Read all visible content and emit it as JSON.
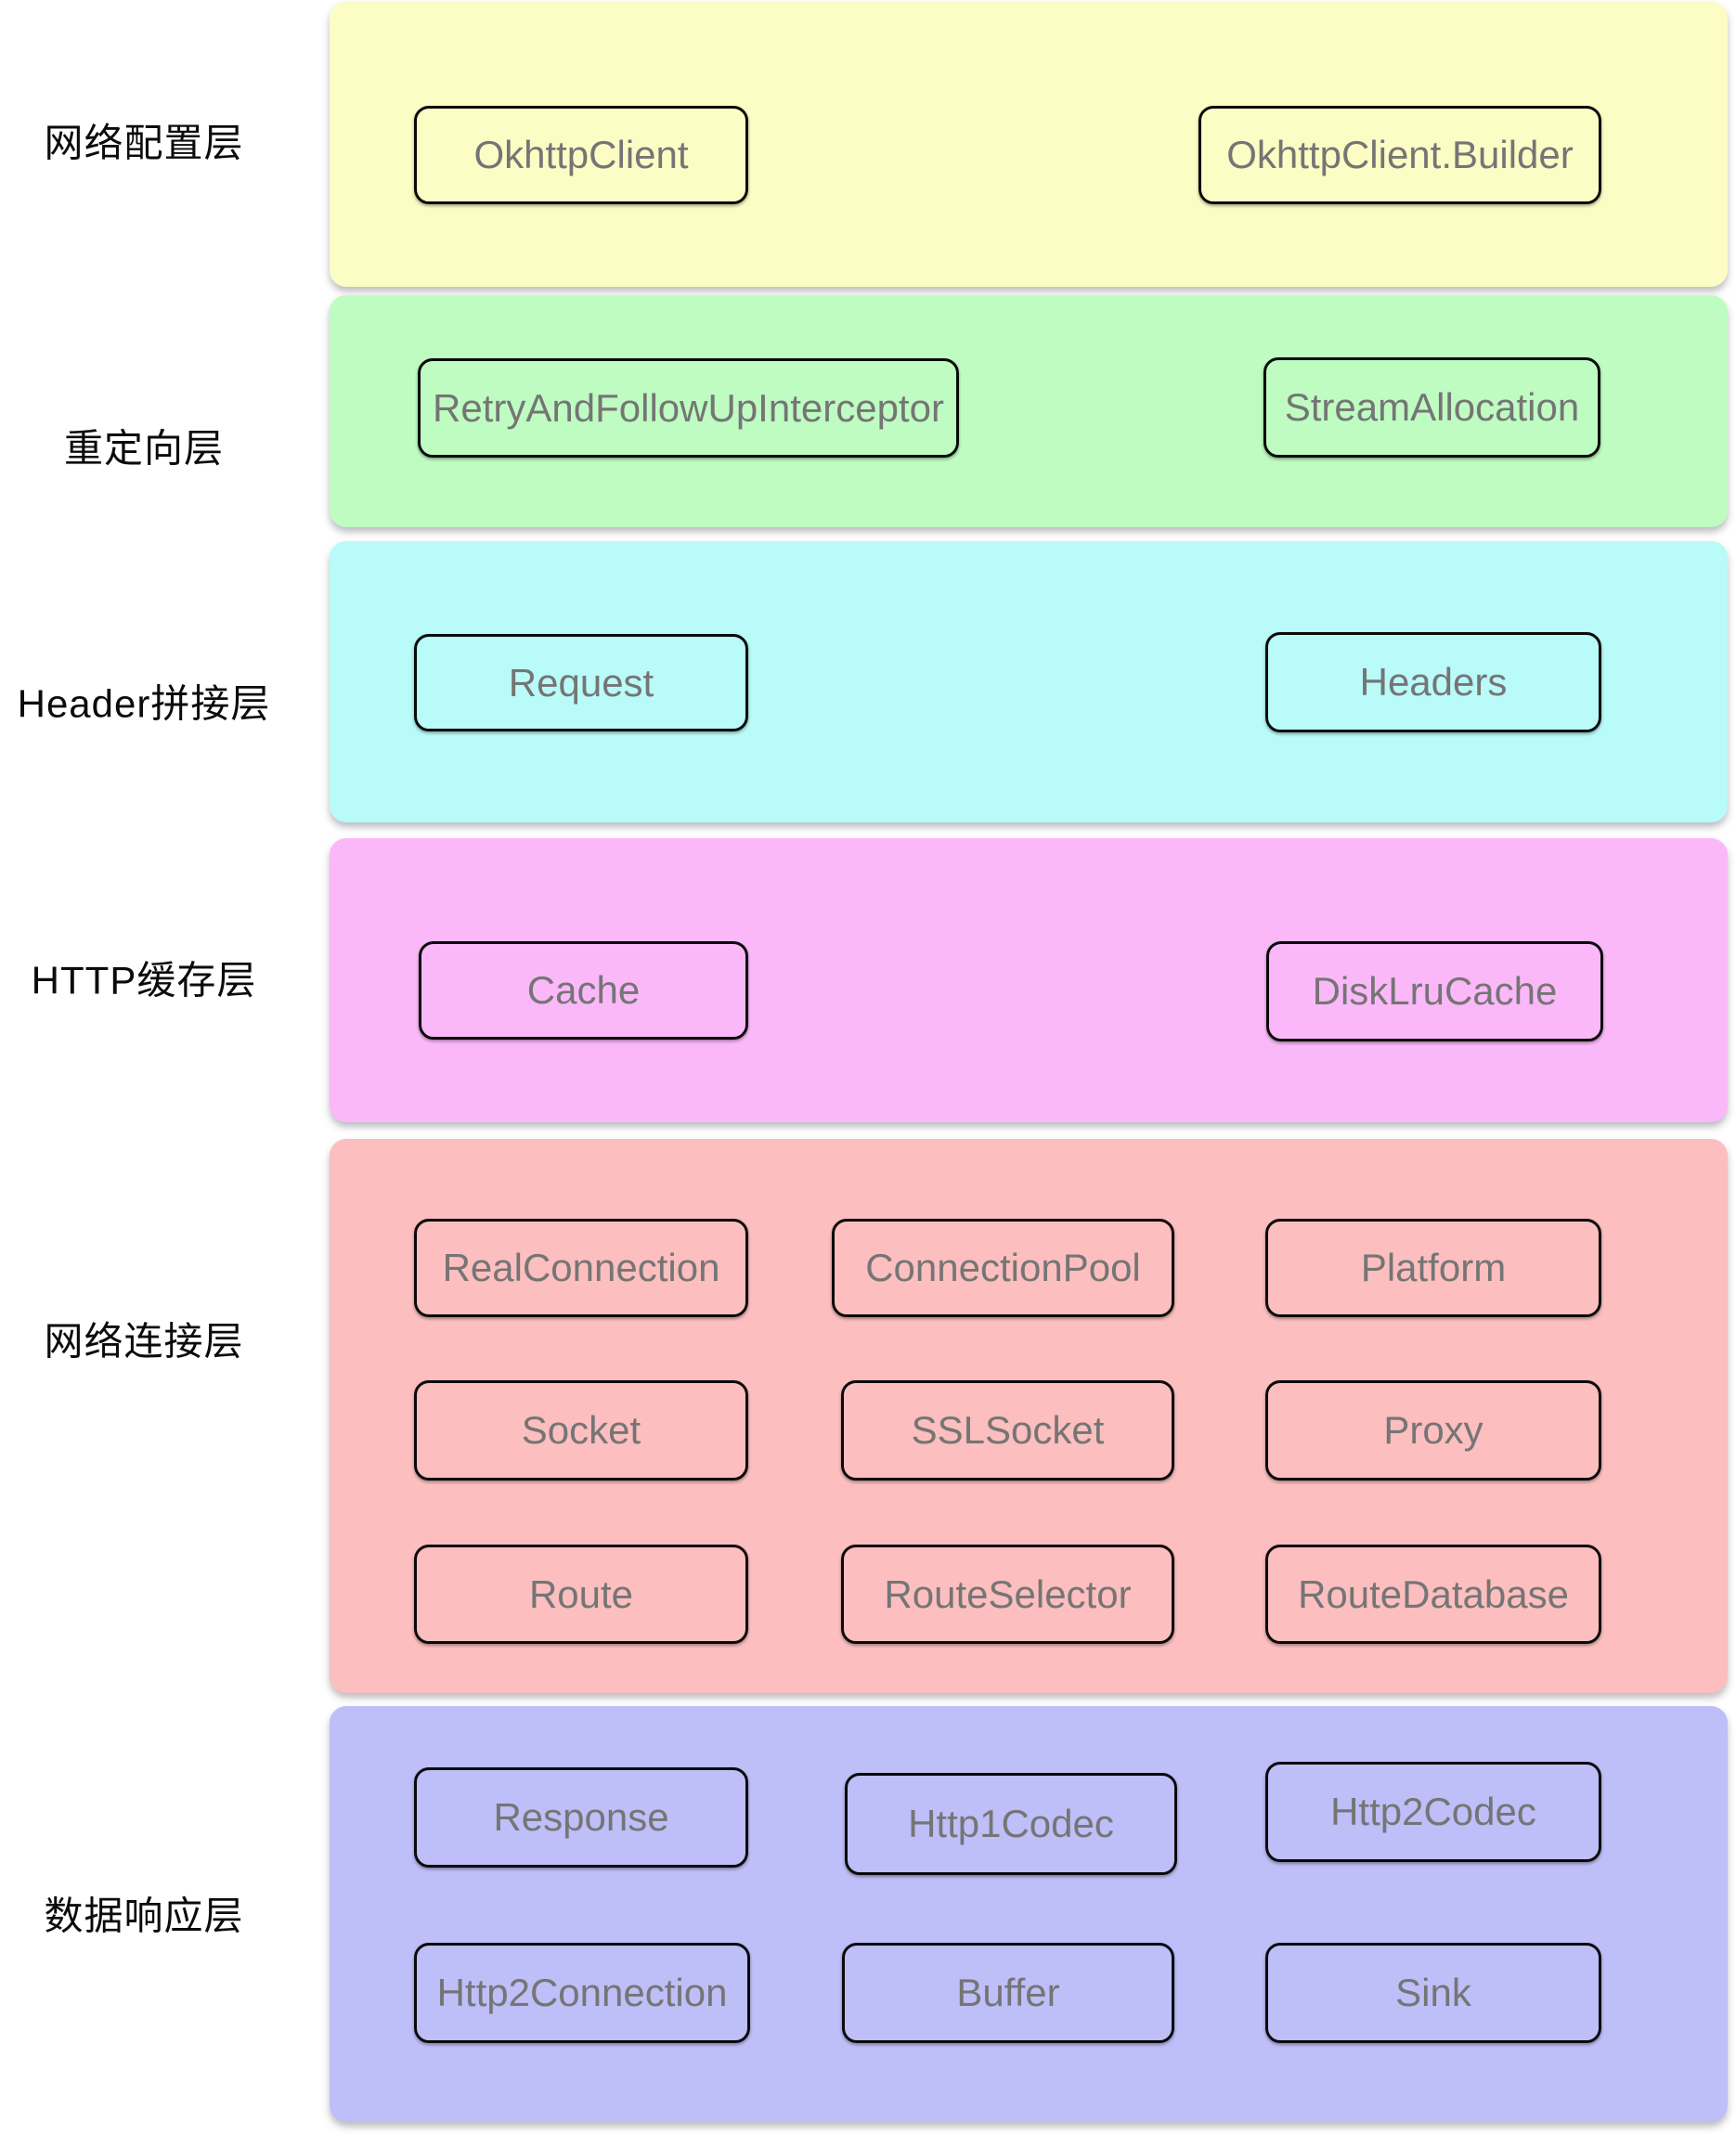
{
  "styles": {
    "background": "#ffffff",
    "label_text_color": "#0b0b0b",
    "node_text_color": "#757575",
    "node_border_color": "#0a0a0a"
  },
  "layers": [
    {
      "label": "网络配置层",
      "color": "#FCFCC5",
      "boxes": [
        "OkhttpClient",
        "OkhttpClient.Builder"
      ]
    },
    {
      "label": "重定向层",
      "color": "#BEFCC2",
      "boxes": [
        "RetryAndFollowUpInterceptor",
        "StreamAllocation"
      ]
    },
    {
      "label": "Header拼接层",
      "color": "#B8FBF8",
      "boxes": [
        "Request",
        "Headers"
      ]
    },
    {
      "label": "HTTP缓存层",
      "color": "#FBB8F9",
      "boxes": [
        "Cache",
        "DiskLruCache"
      ]
    },
    {
      "label": "网络连接层",
      "color": "#FCBEBE",
      "boxes": [
        "RealConnection",
        "ConnectionPool",
        "Platform",
        "Socket",
        "SSLSocket",
        "Proxy",
        "Route",
        "RouteSelector",
        "RouteDatabase"
      ]
    },
    {
      "label": "数据响应层",
      "color": "#BEBEF8",
      "boxes": [
        "Response",
        "Http1Codec",
        "Http2Codec",
        "Http2Connection",
        "Buffer",
        "Sink"
      ]
    }
  ]
}
